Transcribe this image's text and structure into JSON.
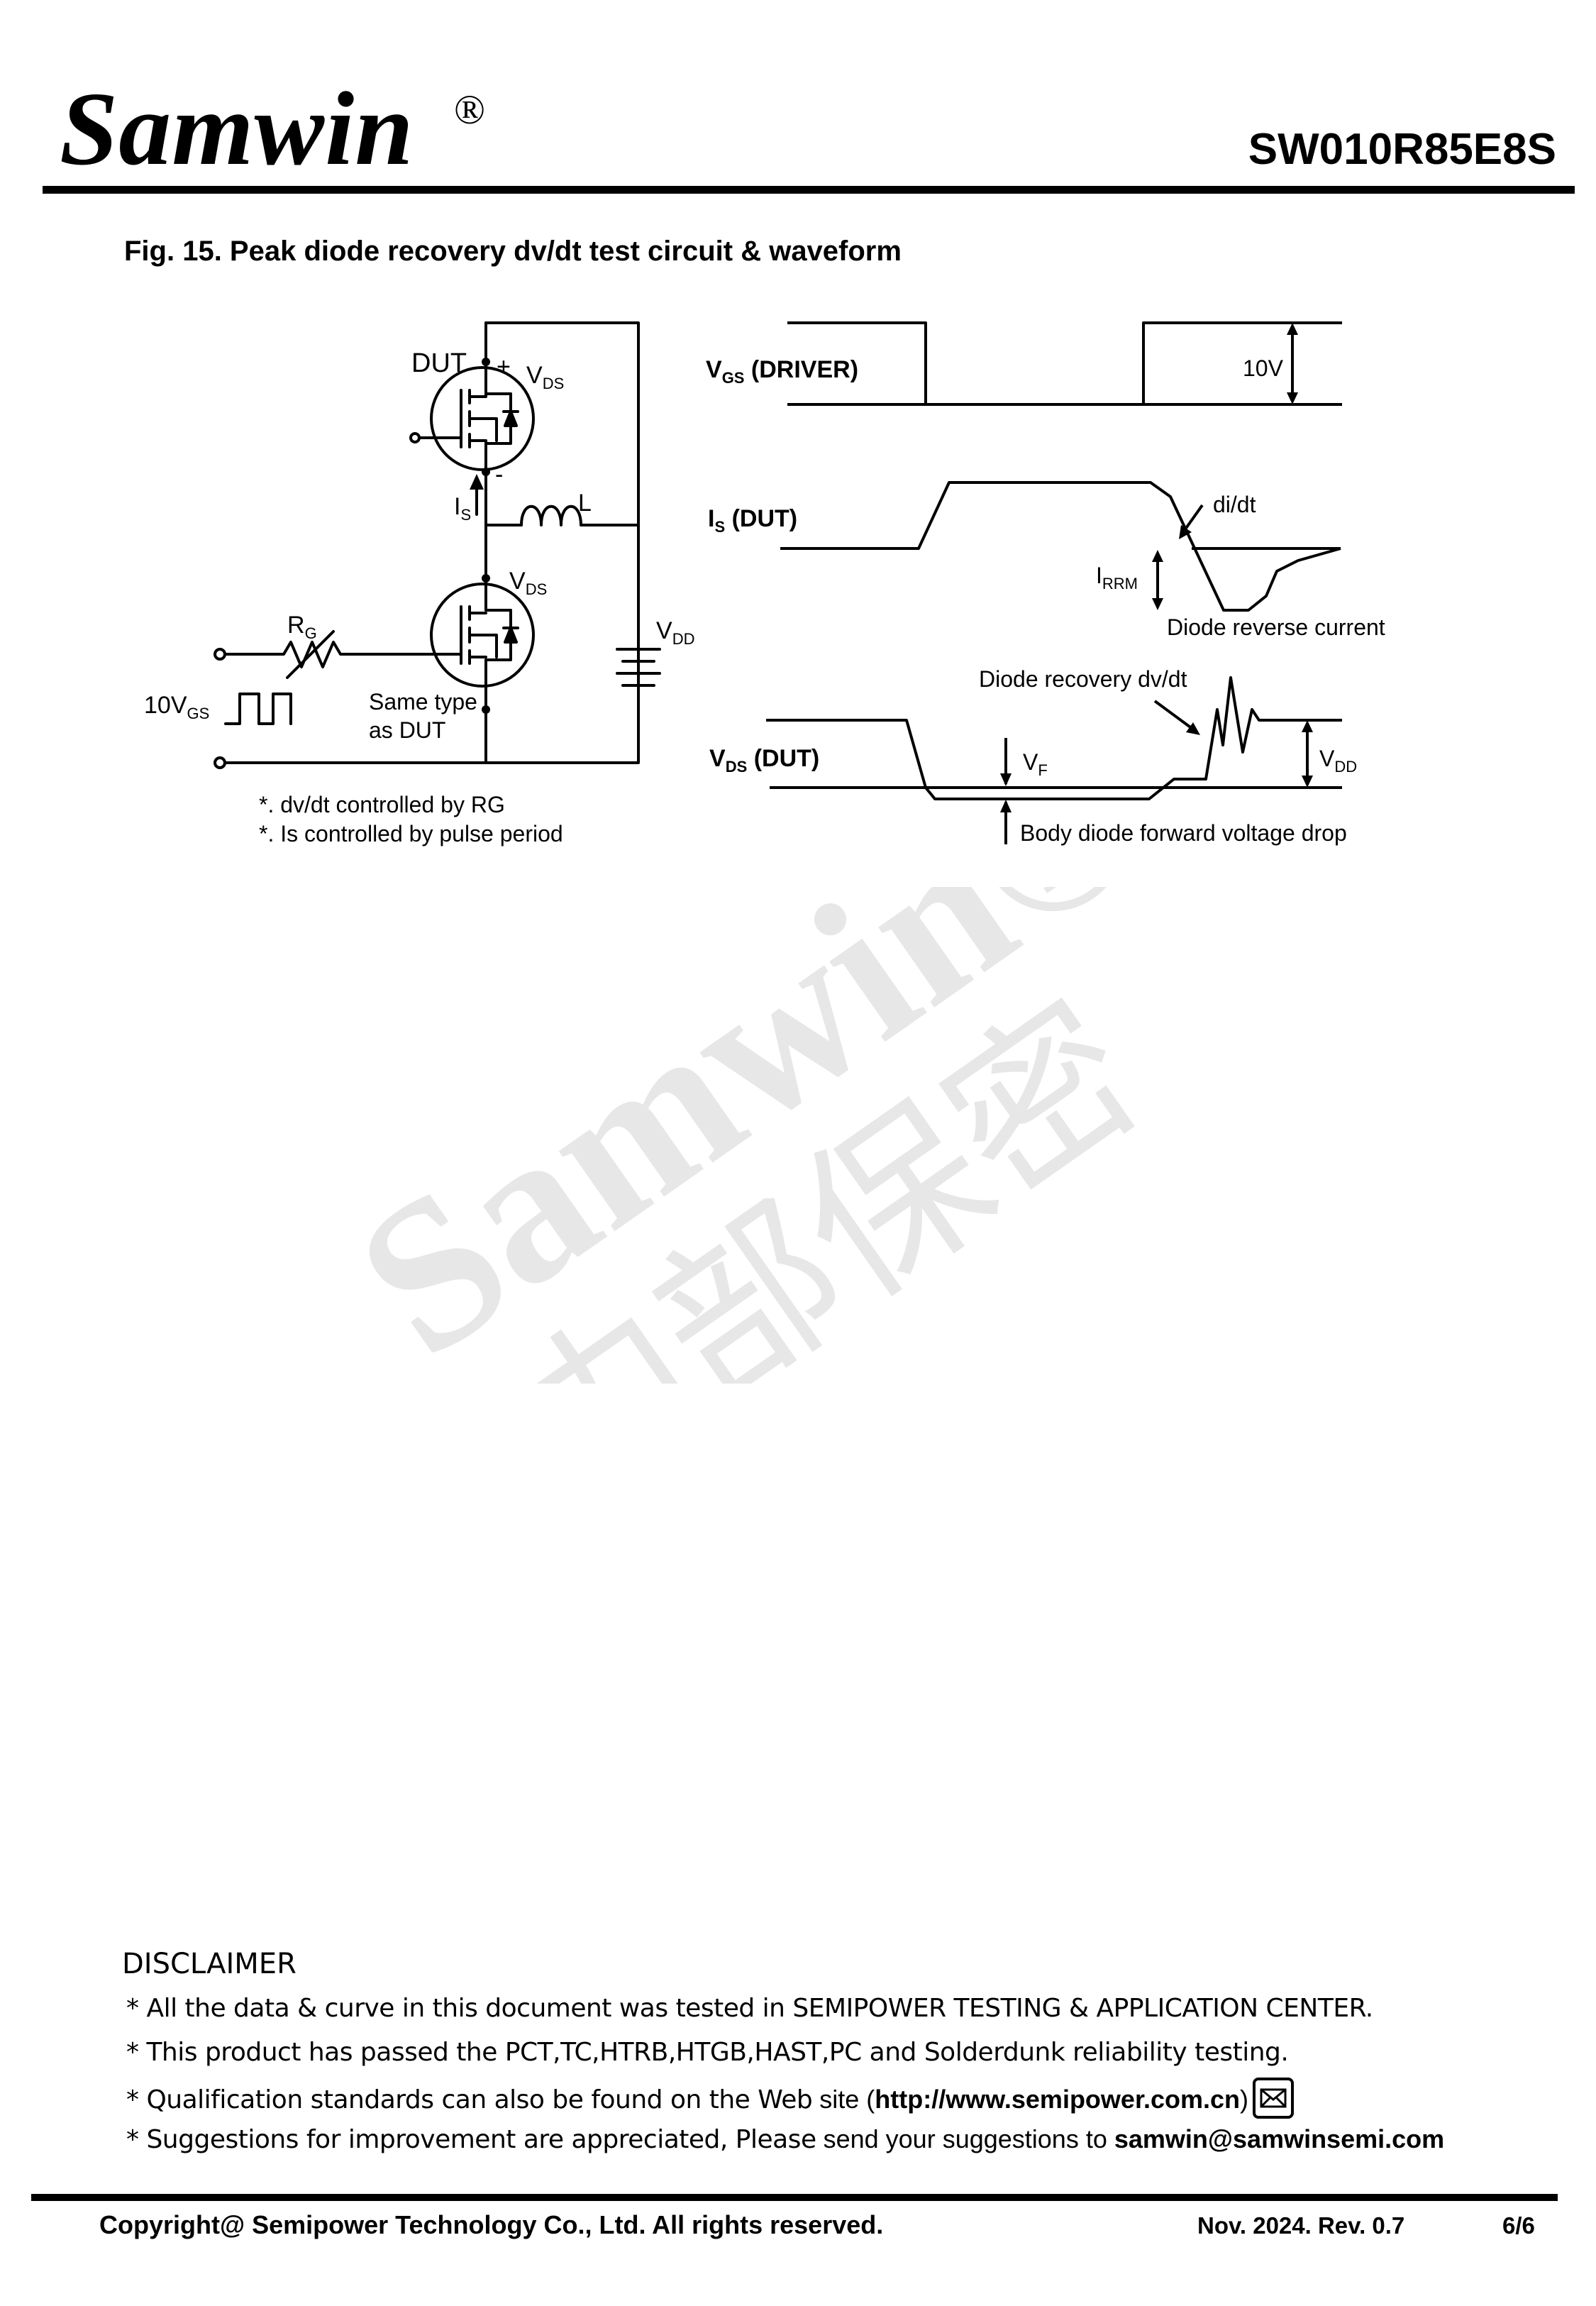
{
  "header": {
    "brand": "Samwin",
    "registered_mark": "®",
    "part_number": "SW010R85E8S"
  },
  "figure": {
    "title": "Fig. 15. Peak diode recovery dv/dt test circuit & waveform",
    "circuit": {
      "dut_label": "DUT",
      "plus": "+",
      "minus": "-",
      "vds_top": "V",
      "vds_top_sub": "DS",
      "is_label": "I",
      "is_sub": "S",
      "inductor_label": "L",
      "vds_bottom": "V",
      "vds_bottom_sub": "DS",
      "rg_label": "R",
      "rg_sub": "G",
      "vdd_label": "V",
      "vdd_sub": "DD",
      "vgs_source": "10V",
      "vgs_source_sub": "GS",
      "same_type_1": "Same type",
      "same_type_2": "as DUT",
      "note_1": "*. dv/dt  controlled  by RG",
      "note_2": "*. Is  controlled  by pulse period"
    },
    "waveform": {
      "vgs_label": "V",
      "vgs_sub": "GS",
      "vgs_suffix": " (DRIVER)",
      "vgs_amplitude": "10V",
      "is_label": "I",
      "is_sub": "S",
      "is_suffix": " (DUT)",
      "didt": "di/dt",
      "irrm": "I",
      "irrm_sub": "RRM",
      "reverse_current": "Diode reverse current",
      "recovery_dvdt": "Diode recovery  dv/dt",
      "vds_label": "V",
      "vds_sub": "DS",
      "vds_suffix": "  (DUT)",
      "vf": "V",
      "vf_sub": "F",
      "vdd": "V",
      "vdd_sub": "DD",
      "body_diode": "Body diode forward voltage  drop"
    }
  },
  "watermark": {
    "line1": "Samwin®",
    "line2": "内部保密"
  },
  "disclaimer": {
    "title": "DISCLAIMER",
    "line1": "* All the data & curve in this document was tested in SEMIPOWER TESTING & APPLICATION CENTER.",
    "line2": "* This product has passed the PCT,TC,HTRB,HTGB,HAST,PC and Solderdunk reliability testing.",
    "line3_prefix": "* Qualification standards can also be found on the Web",
    "line3_mid": " site (",
    "line3_url": "http://www.semipower.com.cn",
    "line3_end": ")",
    "line4_prefix": "* Suggestions for improvement are appreciated, Please",
    "line4_mid": " send your suggestions to ",
    "line4_email": "samwin@samwinsemi.com",
    "mail_icon": "mail-icon"
  },
  "footer": {
    "copyright": "Copyright@ Semipower Technology Co., Ltd. All rights reserved.",
    "date_rev": "Nov. 2024. Rev. 0.7",
    "page": "6/6"
  }
}
